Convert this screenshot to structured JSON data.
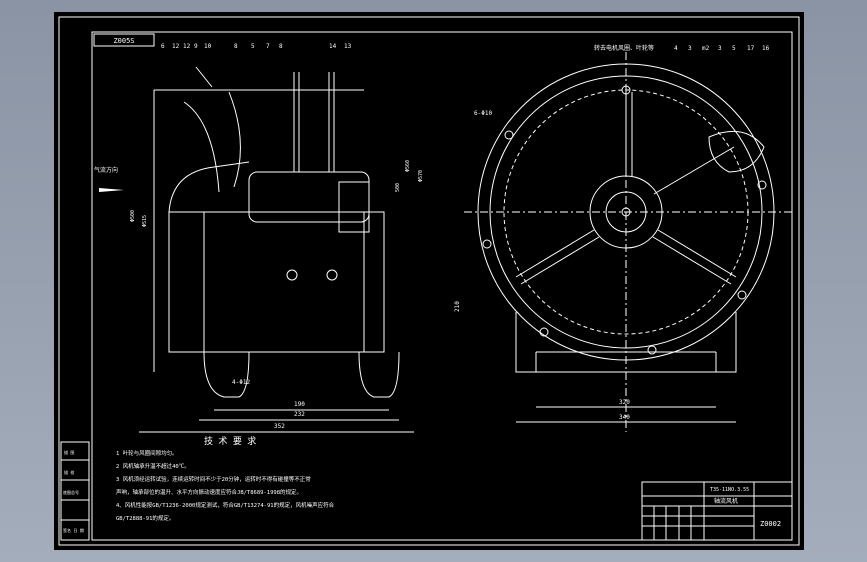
{
  "drawing": {
    "corner_code": "Z005S",
    "left_view": {
      "part_numbers": [
        "6",
        "12",
        "12",
        "9",
        "10",
        "8",
        "5",
        "7",
        "8",
        "14",
        "13"
      ],
      "airflow_label": "气流方向",
      "hole_label": "4-Φ12",
      "dims": {
        "d1": "Φ500",
        "d2": "Φ515",
        "d3": "Φ570",
        "h1": "500",
        "h2": "Φ560",
        "b1": "190",
        "b2": "232",
        "b3": "352"
      }
    },
    "right_view": {
      "title": "转去电机风圈、叶轮等",
      "part_numbers": [
        "4",
        "3",
        "m2",
        "3",
        "5",
        "17",
        "16"
      ],
      "hole_label": "6-Φ10",
      "dims": {
        "h": "210",
        "b1": "320",
        "b2": "340"
      }
    },
    "notes": {
      "title": "技 术 要 求",
      "lines": [
        "1 叶轮与风圈间隙均匀。",
        "2 风机轴承升温不超过40℃。",
        "3 风机须经运转试验，连续运转时间不少于20分钟，运转时不得有碰撞等不正常",
        "声响，轴承部位的温升、水平方向振动速度应符合JB/T8689-1998的规定。",
        "4、风机性能按GB/T1236-2000规定测试，符合GB/T13274-91的规定，风机噪声应符合",
        "GB/T2888-91的规定。"
      ]
    },
    "title_block": {
      "model": "T35-11NO.3.55",
      "name": "轴流风机",
      "drawing_no": "Z0002"
    },
    "side_stamp": [
      "描 图",
      "描 校",
      "底图总号",
      "签名 日 期"
    ]
  }
}
